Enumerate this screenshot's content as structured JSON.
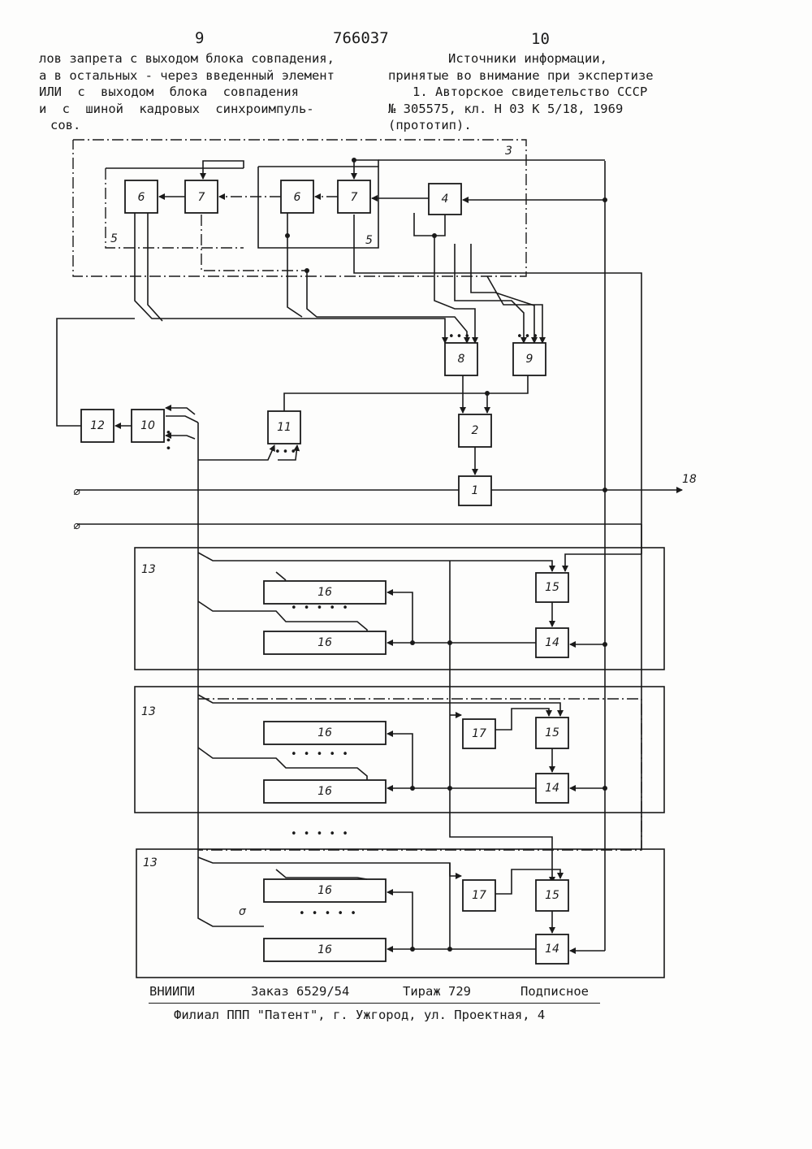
{
  "header": {
    "page_left": "9",
    "patent_number": "766037",
    "page_right": "10"
  },
  "left_column": [
    "лов запрета с выходом блока совпадения,",
    "а в остальных - через введенный элемент",
    "ИЛИ с выходом блока совпадения",
    "и с шиной кадровых синхроимпуль-",
    "сов."
  ],
  "right_column": [
    "Источники информации,",
    "принятые во внимание при экспертизе",
    "1. Авторское свидетельство СССР",
    "№ 305575, кл. Н 03 К 5/18, 1969",
    "(прототип)."
  ],
  "figure": {
    "block_labels": {
      "b1": "1",
      "b2": "2",
      "b4": "4",
      "b6a": "6",
      "b7a": "7",
      "b6b": "6",
      "b7b": "7",
      "b8": "8",
      "b9": "9",
      "b10": "10",
      "b11": "11",
      "b12": "12",
      "b15a": "15",
      "b14a": "14",
      "b16a1": "16",
      "b16a2": "16",
      "b17b": "17",
      "b15b": "15",
      "b14b": "14",
      "b16b1": "16",
      "b16b2": "16",
      "b17c": "17",
      "b15c": "15",
      "b14c": "14",
      "b16c1": "16",
      "b16c2": "16"
    },
    "marks": {
      "m3": "3",
      "m5a": "5",
      "m5b": "5",
      "m13a": "13",
      "m13b": "13",
      "m13c": "13",
      "out18": "18",
      "sigma": "σ"
    },
    "ellipsis": "• • • • •"
  },
  "footer": {
    "org": "ВНИИПИ",
    "order": "Заказ 6529/54",
    "circulation": "Тираж 729",
    "subscription": "Подписное",
    "branch": "Филиал ППП \"Патент\", г. Ужгород, ул. Проектная, 4"
  }
}
